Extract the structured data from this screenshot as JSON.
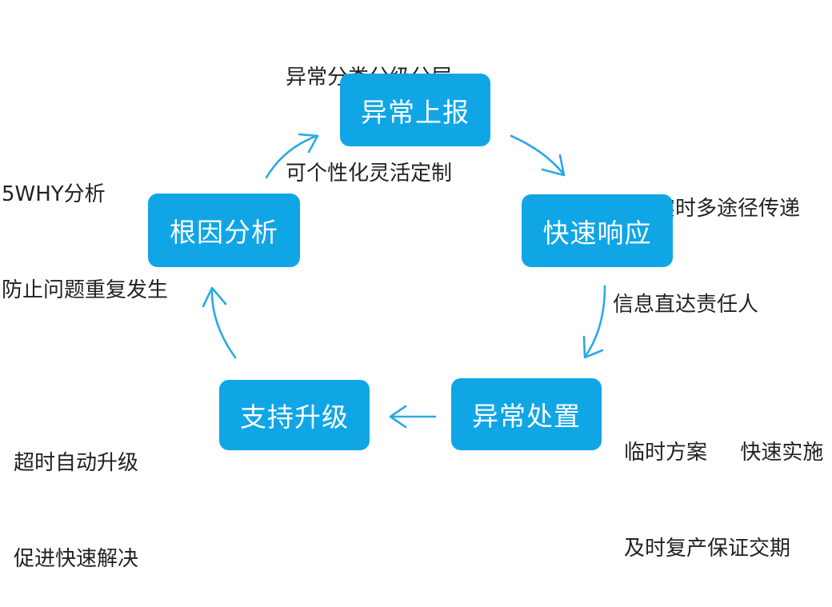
{
  "nodes": {
    "report": "异常上报",
    "response": "快速响应",
    "handling": "异常处置",
    "escalation": "支持升级",
    "root_cause": "根因分析"
  },
  "notes": {
    "report": [
      "异常分类分级分层",
      "可个性化灵活定制"
    ],
    "response": [
      "数据实时多途径传递",
      "信息直达责任人"
    ],
    "handling": [
      "临时方案     快速实施",
      "及时复产保证交期"
    ],
    "escalation": [
      "超时自动升级",
      "促进快速解决"
    ],
    "root_cause": [
      "5WHY分析",
      "防止问题重复发生"
    ]
  },
  "colors": {
    "node_fill": "#10a6e6",
    "arrow": "#2ba8e8",
    "text": "#222222"
  }
}
